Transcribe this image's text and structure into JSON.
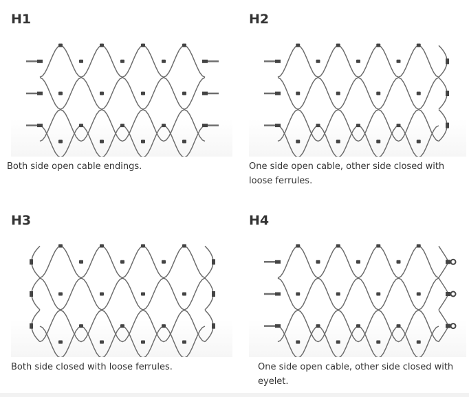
{
  "cards": [
    {
      "id": "h1",
      "title": "H1",
      "caption": "Both side open cable endings.",
      "left_end": "open",
      "right_end": "open"
    },
    {
      "id": "h2",
      "title": "H2",
      "caption": "One side open cable, other side closed with loose ferrules.",
      "left_end": "open",
      "right_end": "ferrule"
    },
    {
      "id": "h3",
      "title": "H3",
      "caption": "Both side closed with loose ferrules.",
      "left_end": "ferrule",
      "right_end": "ferrule"
    },
    {
      "id": "h4",
      "title": "H4",
      "caption": "One side open cable, other side closed with eyelet.",
      "left_end": "open",
      "right_end": "eyelet"
    }
  ],
  "colors": {
    "cable": "#6e6e6e",
    "ferrule": "#444444",
    "text": "#333333"
  }
}
